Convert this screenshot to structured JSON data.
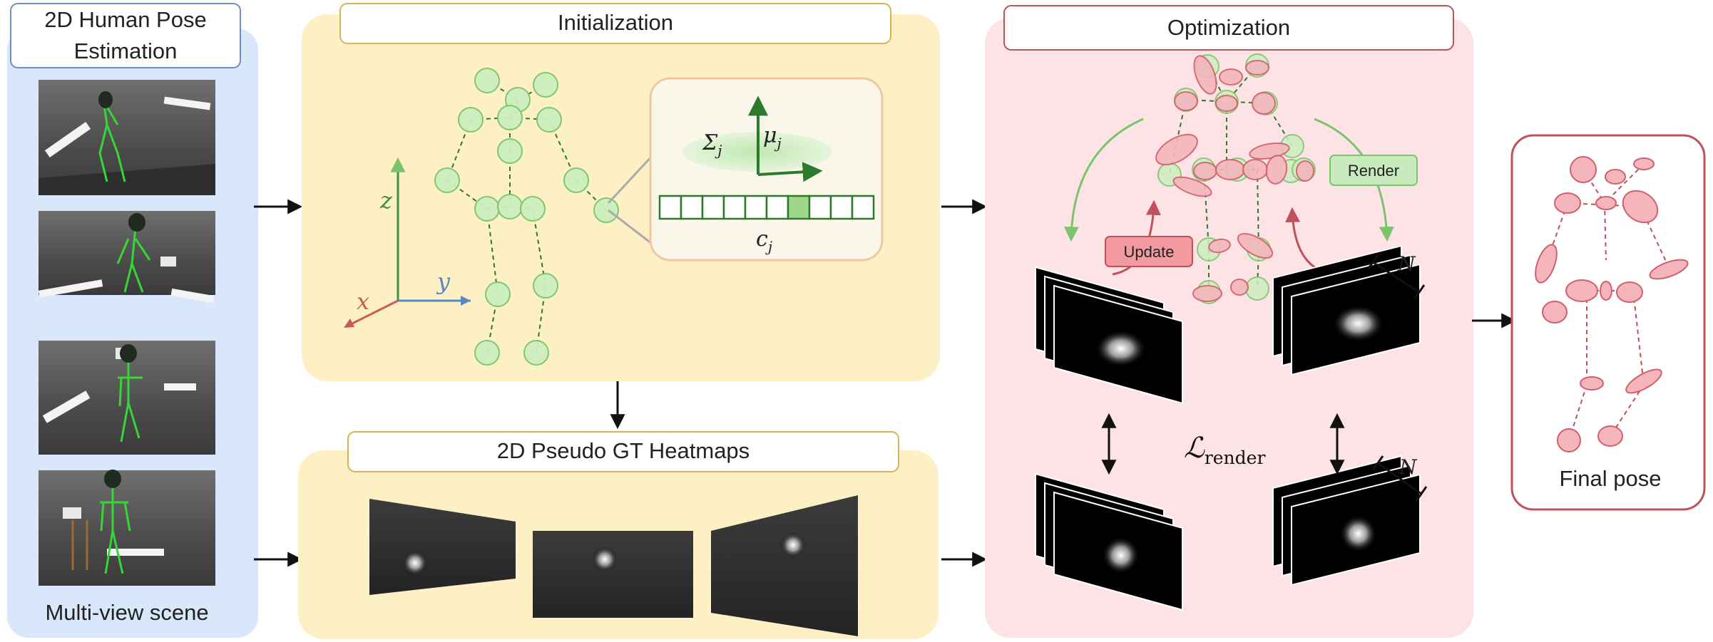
{
  "panels": {
    "pose_estimation": {
      "title": "2D Human Pose Estimation",
      "title_lines": [
        "2D Human Pose",
        "Estimation"
      ],
      "caption": "Multi-view scene"
    },
    "initialization": {
      "title": "Initialization"
    },
    "heatmaps": {
      "title": "2D Pseudo GT Heatmaps"
    },
    "optimization": {
      "title": "Optimization",
      "update_label": "Update",
      "render_label": "Render",
      "loss_main": "ℒ",
      "loss_sub": "render",
      "n_label_top": "N",
      "n_label_bottom": "N"
    },
    "final": {
      "title": "Final pose"
    }
  },
  "axes": {
    "z": "z",
    "x": "x",
    "y": "y"
  },
  "gaussian": {
    "sigma": "Σ",
    "sigma_sub": "j",
    "mu": "μ",
    "mu_sub": "j",
    "c": "c",
    "c_sub": "j",
    "cells": 10,
    "highlighted_cell": 6
  },
  "colors": {
    "blue_panel": "#d9e7fb",
    "blue_border": "#6f8fbf",
    "yellow_panel": "#fdf0c4",
    "yellow_border": "#d6b455",
    "pink_panel": "#fde3e5",
    "pink_border": "#c0505a",
    "green_joint": "#cdeec0",
    "green_stroke": "#7cc46a",
    "green_dark": "#2c7a2c",
    "red_joint": "#f4b6bc",
    "red_stroke": "#d0606a",
    "axis_z": "#3f8f3f",
    "axis_x": "#c85a5a",
    "axis_y": "#5b86c4"
  }
}
